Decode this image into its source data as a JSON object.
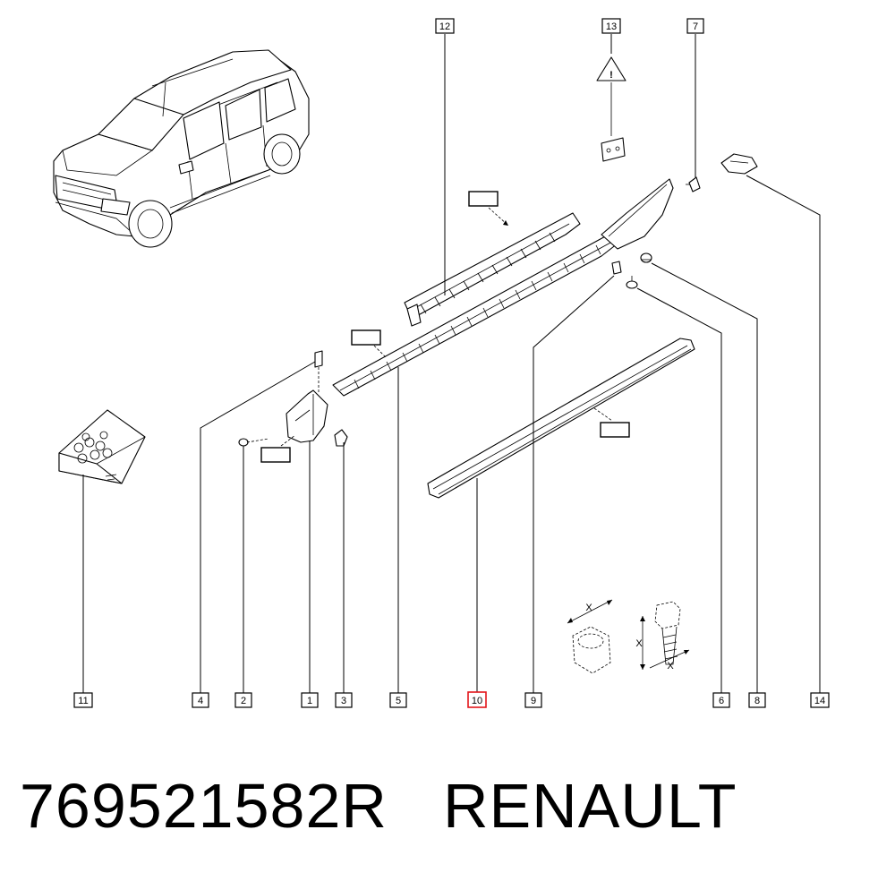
{
  "callouts": {
    "c1": "1",
    "c2": "2",
    "c3": "3",
    "c4": "4",
    "c5": "5",
    "c6": "6",
    "c7": "7",
    "c8": "8",
    "c9": "9",
    "c10": "10",
    "c11": "11",
    "c12": "12",
    "c13": "13",
    "c14": "14"
  },
  "selected_callout": "10",
  "highlight_color": "#e3161b",
  "footer": {
    "part_number": "769521582R",
    "brand": "RENAULT"
  },
  "torque_symbols": {
    "x_label": "X"
  }
}
